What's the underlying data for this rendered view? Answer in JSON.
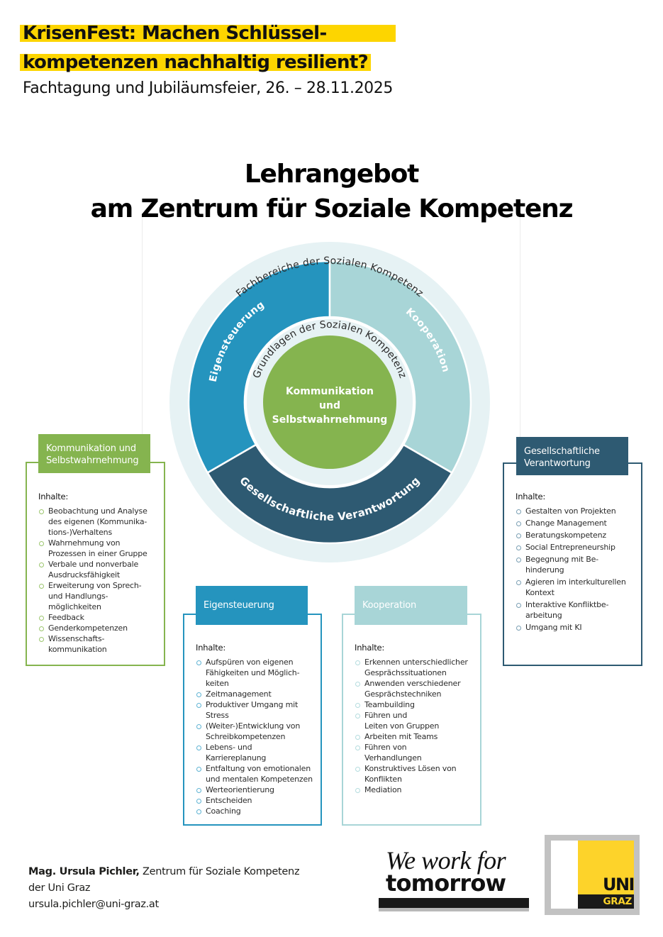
{
  "header": {
    "headline_line1": "KrisenFest: Machen Schlüssel-",
    "headline_line2": "kompetenzen nachhaltig resilient?",
    "subline": "Fachtagung und Jubiläumsfeier, 26. – 28.11.2025",
    "highlight_color": "#fdd500"
  },
  "title": {
    "line1": "Lehrangebot",
    "line2": "am Zentrum für Soziale Kompetenz"
  },
  "diagram": {
    "outer_ring_label": "Fachbereiche der Sozialen Kompetenz",
    "inner_ring_label": "Grundlagen der Sozialen Kompetenz",
    "center_label_line1": "Kommunikation",
    "center_label_line2": "und",
    "center_label_line3": "Selbstwahrnehmung",
    "segments": [
      {
        "label": "Eigensteuerung",
        "color": "#2594be"
      },
      {
        "label": "Kooperation",
        "color": "#a8d5d7"
      },
      {
        "label": "Gesellschaftliche Verantwortung",
        "color": "#2e5a72"
      }
    ],
    "center_color": "#85b44f",
    "ring_bg_color": "#e6f2f4"
  },
  "boxes": {
    "kommunikation": {
      "title": "Kommunikation und\nSelbstwahrnehmung",
      "title_line1": "Kommunikation und",
      "title_line2": "Selbstwahrnehmung",
      "color": "#85b44f",
      "inhalte_label": "Inhalte:",
      "items": [
        "Beobachtung und Analyse\ndes eigenen (Kommunika-\ntions-)Verhaltens",
        "Wahrnehmung von\nProzessen in einer Gruppe",
        "Verbale und nonverbale\nAusdrucksfähigkeit",
        "Erweiterung von Sprech-\nund Handlungs-\nmöglichkeiten",
        "Feedback",
        "Genderkompetenzen",
        "Wissenschafts-\nkommunikation"
      ]
    },
    "eigensteuerung": {
      "title": "Eigensteuerung",
      "color": "#2594be",
      "inhalte_label": "Inhalte:",
      "items": [
        "Aufspüren von eigenen\nFähigkeiten und Möglich-\nkeiten",
        "Zeitmanagement",
        "Produktiver Umgang mit\nStress",
        "(Weiter-)Entwicklung von\nSchreibkompetenzen",
        "Lebens- und\nKarriereplanung",
        "Entfaltung von emotionalen\nund mentalen Kompetenzen",
        "Werteorientierung",
        "Entscheiden",
        "Coaching"
      ]
    },
    "kooperation": {
      "title": "Kooperation",
      "color": "#a8d5d7",
      "inhalte_label": "Inhalte:",
      "items": [
        "Erkennen unterschiedlicher\nGesprächssituationen",
        "Anwenden verschiedener\nGesprächstechniken",
        "Teambuilding",
        "Führen und\nLeiten von Gruppen",
        "Arbeiten mit Teams",
        "Führen von\nVerhandlungen",
        "Konstruktives Lösen von\nKonflikten",
        "Mediation"
      ]
    },
    "gesellschaft": {
      "title_line1": "Gesellschaftliche",
      "title_line2": "Verantwortung",
      "color": "#2e5a72",
      "inhalte_label": "Inhalte:",
      "items": [
        "Gestalten von Projekten",
        "Change Management",
        "Beratungskompetenz",
        "Social Entrepreneurship",
        "Begegnung mit Be-\nhinderung",
        "Agieren im interkulturellen\nKontext",
        "Interaktive Konfliktbe-\narbeitung",
        "Umgang mit KI"
      ]
    }
  },
  "footer": {
    "contact_name": "Mag. Ursula Pichler,",
    "contact_org": " Zentrum für Soziale Kompetenz",
    "contact_org_line2": "der Uni Graz",
    "contact_email": "ursula.pichler@uni-graz.at",
    "slogan_line1": "We work for",
    "slogan_line2": "tomorrow",
    "logo_uni": "UNI",
    "logo_graz": "GRAZ",
    "logo_yellow": "#fdd32a"
  }
}
